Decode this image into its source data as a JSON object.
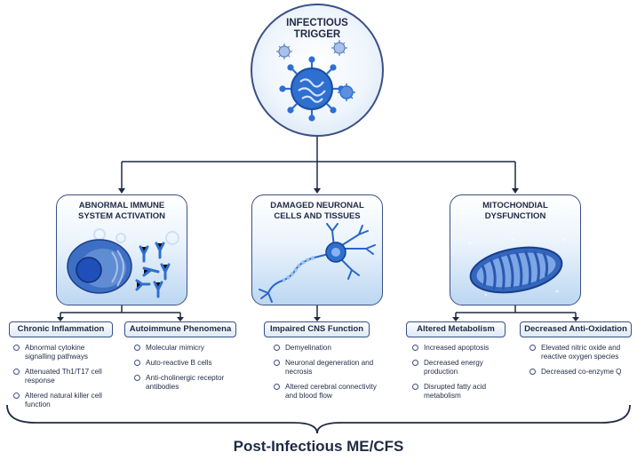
{
  "trigger": {
    "title": "INFECTIOUS\nTRIGGER"
  },
  "panels": [
    {
      "title": "ABNORMAL IMMUNE\nSYSTEM ACTIVATION"
    },
    {
      "title": "DAMAGED NEURONAL\nCELLS AND TISSUES"
    },
    {
      "title": "MITOCHONDIAL\nDYSFUNCTION"
    }
  ],
  "categories": [
    {
      "label": "Chronic Inflammation",
      "items": [
        "Abnormal cytokine signalling pathways",
        "Attenuated Th1/T17 cell response",
        "Altered natural killer cell function"
      ]
    },
    {
      "label": "Autoimmune Phenomena",
      "items": [
        "Molecular mimicry",
        "Auto-reactive B cells",
        "Anti-cholinergic receptor antibodies"
      ]
    },
    {
      "label": "Impaired CNS Function",
      "items": [
        "Demyelination",
        "Neuronal degeneration and necrosis",
        "Altered cerebral connectivity and blood flow"
      ]
    },
    {
      "label": "Altered Metabolism",
      "items": [
        "Increased apoptosis",
        "Decreased energy production",
        "Disrupted fatty acid metabolism"
      ]
    },
    {
      "label": "Decreased Anti-Oxidation",
      "items": [
        "Elevated nitric oxide and reactive oxygen species",
        "Decreased co-enzyme Q"
      ]
    }
  ],
  "footer": "Post-Infectious ME/CFS",
  "colors": {
    "line": "#1f2a44",
    "border": "#3b4f86",
    "accent": "#2f6fd0"
  }
}
